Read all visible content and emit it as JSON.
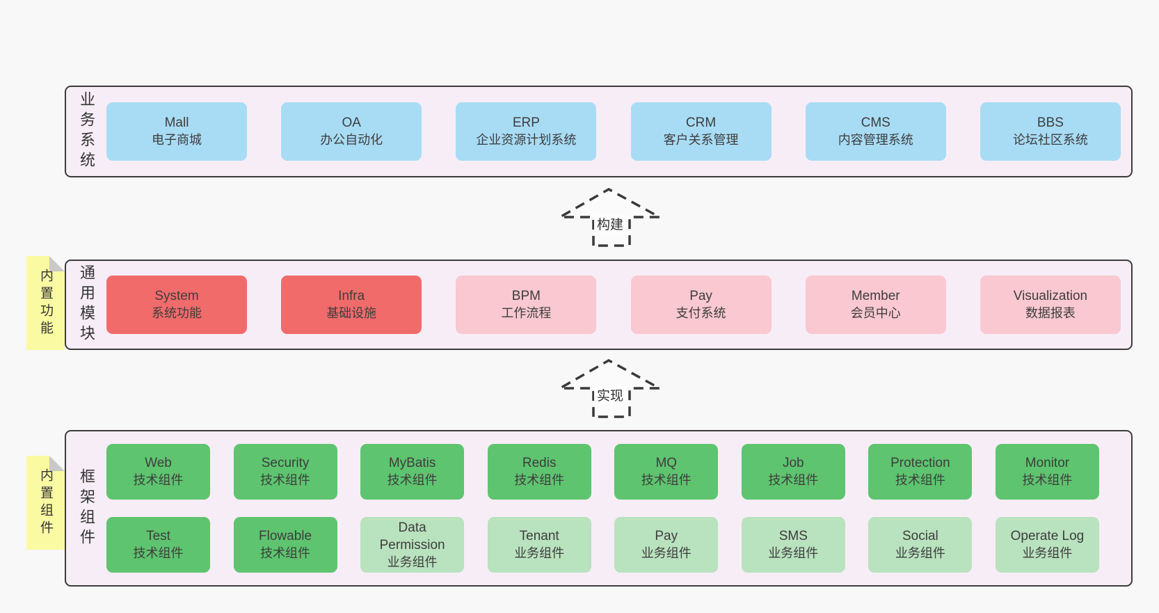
{
  "colors": {
    "page_bg": "#f8f8f8",
    "section_bg": "#f7edf6",
    "line": "#3b3b3b",
    "blue": "#a8dcf5",
    "red": "#f16b6b",
    "pink": "#f9c8d0",
    "green": "#5ec46f",
    "light_green": "#b9e2be",
    "yellow": "#fafaa2",
    "fold_gray": "#c9c9c9"
  },
  "sections": [
    {
      "label": "业务系统",
      "boxes": [
        {
          "title": "Mall",
          "subtitle": "电子商城",
          "type": "blue"
        },
        {
          "title": "OA",
          "subtitle": "办公自动化",
          "type": "blue"
        },
        {
          "title": "ERP",
          "subtitle": "企业资源计划系统",
          "type": "blue"
        },
        {
          "title": "CRM",
          "subtitle": "客户关系管理",
          "type": "blue"
        },
        {
          "title": "CMS",
          "subtitle": "内容管理系统",
          "type": "blue"
        },
        {
          "title": "BBS",
          "subtitle": "论坛社区系统",
          "type": "blue"
        }
      ]
    },
    {
      "label": "通用模块",
      "note": "内置功能",
      "boxes": [
        {
          "title": "System",
          "subtitle": "系统功能",
          "type": "red"
        },
        {
          "title": "Infra",
          "subtitle": "基础设施",
          "type": "red"
        },
        {
          "title": "BPM",
          "subtitle": "工作流程",
          "type": "pink"
        },
        {
          "title": "Pay",
          "subtitle": "支付系统",
          "type": "pink"
        },
        {
          "title": "Member",
          "subtitle": "会员中心",
          "type": "pink"
        },
        {
          "title": "Visualization",
          "subtitle": "数据报表",
          "type": "pink"
        }
      ]
    },
    {
      "label": "框架组件",
      "note": "内置组件",
      "rows": [
        [
          {
            "title": "Web",
            "subtitle": "技术组件",
            "type": "green"
          },
          {
            "title": "Security",
            "subtitle": "技术组件",
            "type": "green"
          },
          {
            "title": "MyBatis",
            "subtitle": "技术组件",
            "type": "green"
          },
          {
            "title": "Redis",
            "subtitle": "技术组件",
            "type": "green"
          },
          {
            "title": "MQ",
            "subtitle": "技术组件",
            "type": "green"
          },
          {
            "title": "Job",
            "subtitle": "技术组件",
            "type": "green"
          },
          {
            "title": "Protection",
            "subtitle": "技术组件",
            "type": "green"
          },
          {
            "title": "Monitor",
            "subtitle": "技术组件",
            "type": "green"
          }
        ],
        [
          {
            "title": "Test",
            "subtitle": "技术组件",
            "type": "green"
          },
          {
            "title": "Flowable",
            "subtitle": "技术组件",
            "type": "green"
          },
          {
            "title": "Data Permission",
            "subtitle": "业务组件",
            "type": "lgreen"
          },
          {
            "title": "Tenant",
            "subtitle": "业务组件",
            "type": "lgreen"
          },
          {
            "title": "Pay",
            "subtitle": "业务组件",
            "type": "lgreen"
          },
          {
            "title": "SMS",
            "subtitle": "业务组件",
            "type": "lgreen"
          },
          {
            "title": "Social",
            "subtitle": "业务组件",
            "type": "lgreen"
          },
          {
            "title": "Operate Log",
            "subtitle": "业务组件",
            "type": "lgreen"
          }
        ]
      ]
    }
  ],
  "arrows": [
    {
      "label": "构建"
    },
    {
      "label": "实现"
    }
  ]
}
